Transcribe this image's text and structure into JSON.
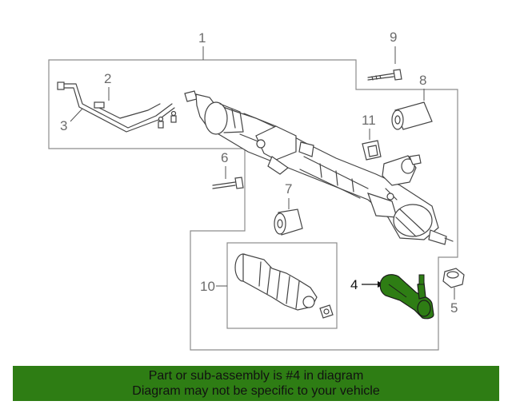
{
  "diagram": {
    "callouts": {
      "c1": "1",
      "c2": "2",
      "c3": "3",
      "c4": "4",
      "c5": "5",
      "c6": "6",
      "c7": "7",
      "c8": "8",
      "c9": "9",
      "c10": "10",
      "c11": "11"
    },
    "highlighted_part": "4",
    "highlight_color": "#2e7d14"
  },
  "footer": {
    "line1": "Part or sub-assembly is #4 in diagram",
    "line2": "Diagram may not be specific to your vehicle",
    "background_color": "#2e7d14"
  }
}
